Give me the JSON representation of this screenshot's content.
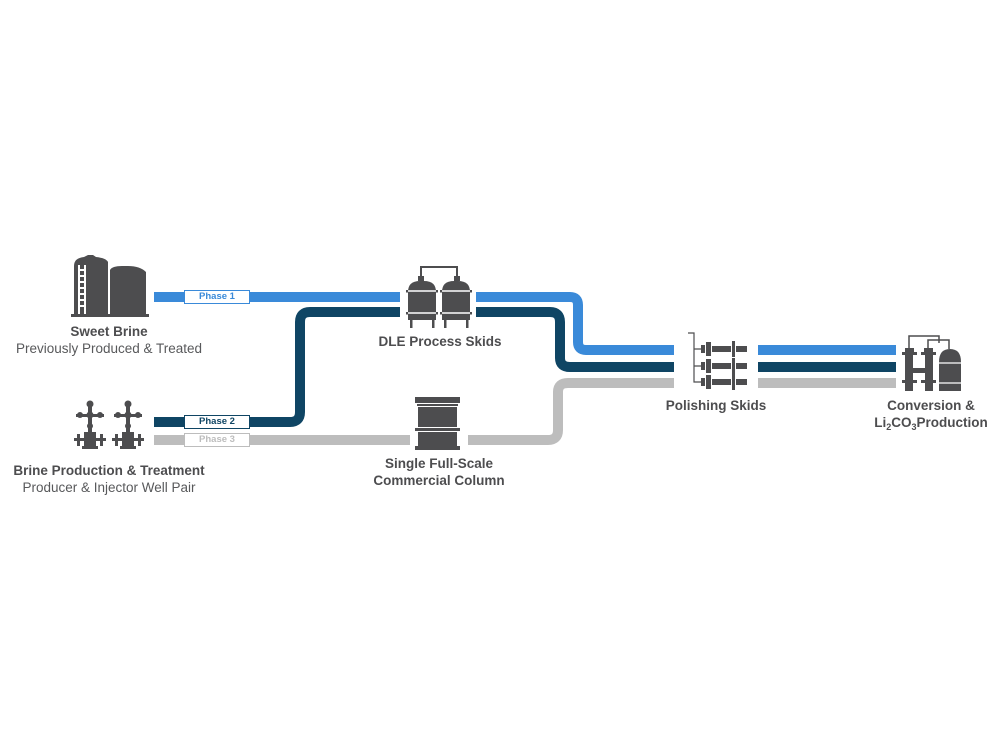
{
  "colors": {
    "phase1": "#3a8ad9",
    "phase2": "#0f4564",
    "phase3": "#bdbdbd",
    "icon": "#4d4d4f"
  },
  "phases": [
    {
      "label": "Phase 1"
    },
    {
      "label": "Phase 2"
    },
    {
      "label": "Phase 3"
    }
  ],
  "nodes": {
    "sweet_brine": {
      "icon": "storage-tank-icon",
      "title": "Sweet Brine",
      "subtitle": "Previously Produced & Treated"
    },
    "brine_production": {
      "icon": "wellhead-icon",
      "title": "Brine Production & Treatment",
      "subtitle": "Producer & Injector Well Pair"
    },
    "dle_skids": {
      "icon": "dle-vessels-icon",
      "title": "DLE Process Skids"
    },
    "column": {
      "icon": "column-drum-icon",
      "title_line1": "Single Full-Scale",
      "title_line2": "Commercial Column"
    },
    "polishing": {
      "icon": "polishing-skid-icon",
      "title": "Polishing Skids"
    },
    "conversion": {
      "icon": "conversion-plant-icon",
      "title_line1": "Conversion &",
      "li": "Li",
      "sub2": "2",
      "co": "CO",
      "sub3": "3",
      "production": "Production"
    }
  }
}
